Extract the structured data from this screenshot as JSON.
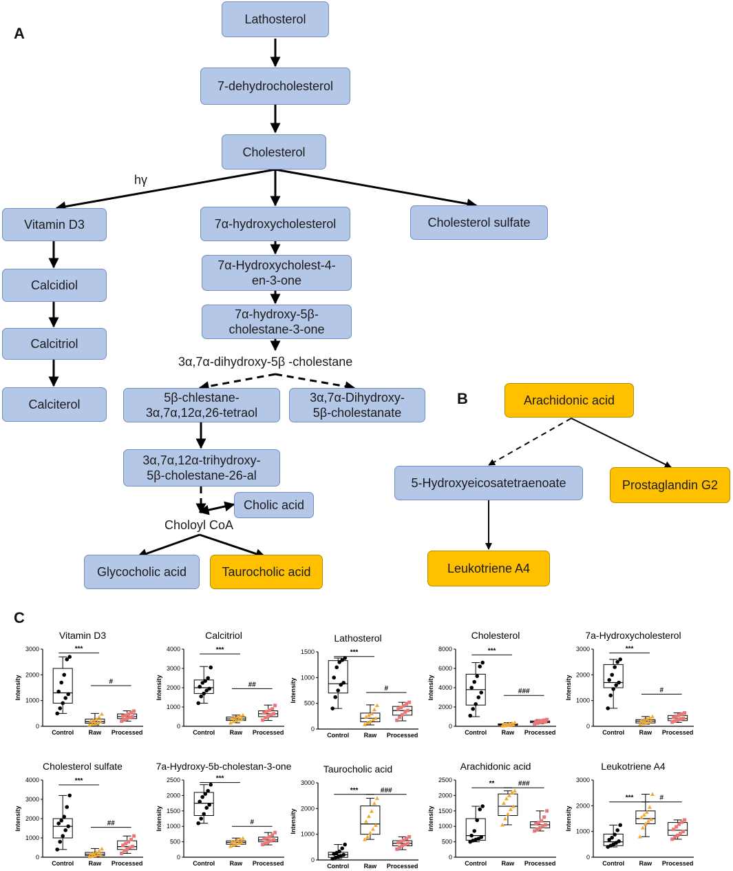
{
  "panels": {
    "a": "A",
    "b": "B",
    "c": "C"
  },
  "pathway_a": {
    "lathosterol": "Lathosterol",
    "dehydrocholesterol": "7-dehydrocholesterol",
    "cholesterol": "Cholesterol",
    "hv_label": "hγ",
    "vitamin_d3": "Vitamin D3",
    "hydroxycholesterol": "7α-hydroxycholesterol",
    "cholesterol_sulfate": "Cholesterol sulfate",
    "calcidiol": "Calcidiol",
    "hydroxycholestenone": "7α-Hydroxycholest-4-\nen-3-one",
    "calcitriol": "Calcitriol",
    "hydroxy_cholestanone": "7α-hydroxy-5β-\ncholestane-3-one",
    "dihydroxy_cholestane": "3α,7α-dihydroxy-5β -cholestane",
    "calciterol": "Calciterol",
    "tetraol": "5β-chlestane-\n3α,7α,12α,26-tetraol",
    "dihydroxy_cholestanate": "3α,7α-Dihydroxy-\n5β-cholestanate",
    "trihydroxy_al": "3α,7α,12α-trihydroxy-\n5β-cholestane-26-al",
    "cholic_acid": "Cholic acid",
    "choloyl_coa": "Choloyl CoA",
    "glycocholic_acid": "Glycocholic acid",
    "taurocholic_acid": "Taurocholic acid"
  },
  "pathway_b": {
    "arachidonic_acid": "Arachidonic acid",
    "hete": "5-Hydroxyeicosatetraenoate",
    "prostaglandin_g2": "Prostaglandin G2",
    "leukotriene_a4": "Leukotriene A4"
  },
  "colors": {
    "up_regulated": "#ffc000",
    "down_regulated": "#b4c7e7",
    "control_dots": "#000000",
    "raw_dots": "#f0a830",
    "processed_dots": "#e87878"
  },
  "chart_data": [
    {
      "type": "box",
      "title": "Vitamin D3",
      "ylabel": "Intensity",
      "categories": [
        "Control",
        "Raw",
        "Processed"
      ],
      "yticks": [
        "0",
        "1000",
        "2000",
        "3000"
      ],
      "ylim": [
        0,
        3000
      ],
      "stats": [
        {
          "min": 500,
          "q1": 900,
          "median": 1300,
          "q3": 2250,
          "max": 2700
        },
        {
          "min": 50,
          "q1": 120,
          "median": 180,
          "q3": 280,
          "max": 500
        },
        {
          "min": 200,
          "q1": 300,
          "median": 380,
          "q3": 480,
          "max": 600
        }
      ],
      "points": [
        [
          500,
          700,
          900,
          1100,
          1250,
          1350,
          1700,
          2000,
          2600,
          2700
        ],
        [
          60,
          90,
          110,
          140,
          170,
          200,
          240,
          280,
          350,
          480
        ],
        [
          200,
          260,
          300,
          340,
          370,
          400,
          430,
          470,
          530,
          590
        ]
      ],
      "brackets": [
        {
          "from": 0,
          "to": 1,
          "label": "***",
          "at": 2850
        },
        {
          "from": 1,
          "to": 2,
          "label": "#",
          "at": 1580
        }
      ]
    },
    {
      "type": "box",
      "title": "Calcitriol",
      "ylabel": "Intensity",
      "categories": [
        "Control",
        "Raw",
        "Processed"
      ],
      "yticks": [
        "0",
        "1000",
        "2000",
        "3000",
        "4000"
      ],
      "ylim": [
        0,
        4000
      ],
      "stats": [
        {
          "min": 1200,
          "q1": 1700,
          "median": 2000,
          "q3": 2400,
          "max": 3100
        },
        {
          "min": 180,
          "q1": 300,
          "median": 380,
          "q3": 480,
          "max": 580
        },
        {
          "min": 300,
          "q1": 500,
          "median": 650,
          "q3": 800,
          "max": 1100
        }
      ],
      "points": [
        [
          1200,
          1550,
          1700,
          1850,
          1950,
          2050,
          2250,
          2350,
          2500,
          3050
        ],
        [
          180,
          250,
          300,
          340,
          380,
          420,
          460,
          500,
          540,
          580
        ],
        [
          320,
          450,
          520,
          600,
          650,
          700,
          760,
          830,
          900,
          1080
        ]
      ],
      "brackets": [
        {
          "from": 0,
          "to": 1,
          "label": "***",
          "at": 3750
        },
        {
          "from": 1,
          "to": 2,
          "label": "##",
          "at": 1950
        }
      ]
    },
    {
      "type": "box",
      "title": "Lathosterol",
      "ylabel": "Intensity",
      "categories": [
        "Control",
        "Raw",
        "Processed"
      ],
      "yticks": [
        "0",
        "500",
        "1000",
        "1500"
      ],
      "ylim": [
        0,
        1500
      ],
      "stats": [
        {
          "min": 400,
          "q1": 700,
          "median": 880,
          "q3": 1330,
          "max": 1380
        },
        {
          "min": 80,
          "q1": 140,
          "median": 210,
          "q3": 310,
          "max": 470
        },
        {
          "min": 160,
          "q1": 270,
          "median": 360,
          "q3": 440,
          "max": 520
        }
      ],
      "points": [
        [
          400,
          620,
          750,
          860,
          900,
          1000,
          1200,
          1300,
          1340,
          1380
        ],
        [
          90,
          120,
          150,
          180,
          210,
          240,
          270,
          300,
          380,
          460
        ],
        [
          170,
          230,
          280,
          330,
          360,
          390,
          420,
          450,
          490,
          520
        ]
      ],
      "brackets": [
        {
          "from": 0,
          "to": 1,
          "label": "***",
          "at": 1410
        },
        {
          "from": 1,
          "to": 2,
          "label": "#",
          "at": 710
        }
      ]
    },
    {
      "type": "box",
      "title": "Cholesterol",
      "ylabel": "Intensity",
      "categories": [
        "Control",
        "Raw",
        "Processed"
      ],
      "yticks": [
        "0",
        "2000",
        "4000",
        "6000",
        "8000"
      ],
      "ylim": [
        0,
        8000
      ],
      "stats": [
        {
          "min": 1000,
          "q1": 2200,
          "median": 3800,
          "q3": 5400,
          "max": 6600
        },
        {
          "min": 60,
          "q1": 120,
          "median": 180,
          "q3": 250,
          "max": 380
        },
        {
          "min": 250,
          "q1": 380,
          "median": 460,
          "q3": 560,
          "max": 700
        }
      ],
      "points": [
        [
          1100,
          1800,
          2300,
          3000,
          3500,
          4000,
          4600,
          5200,
          6200,
          6600
        ],
        [
          60,
          90,
          120,
          150,
          180,
          210,
          240,
          280,
          330,
          380
        ],
        [
          260,
          320,
          380,
          420,
          460,
          500,
          540,
          580,
          640,
          700
        ]
      ],
      "brackets": [
        {
          "from": 0,
          "to": 1,
          "label": "***",
          "at": 7400
        },
        {
          "from": 1,
          "to": 2,
          "label": "###",
          "at": 3200
        }
      ]
    },
    {
      "type": "box",
      "title": "7a-Hydroxycholesterol",
      "ylabel": "Intensity",
      "categories": [
        "Control",
        "Raw",
        "Processed"
      ],
      "yticks": [
        "0",
        "1000",
        "2000",
        "3000"
      ],
      "ylim": [
        0,
        3000
      ],
      "stats": [
        {
          "min": 700,
          "q1": 1500,
          "median": 1700,
          "q3": 2400,
          "max": 2600
        },
        {
          "min": 80,
          "q1": 130,
          "median": 200,
          "q3": 260,
          "max": 380
        },
        {
          "min": 150,
          "q1": 220,
          "median": 300,
          "q3": 420,
          "max": 520
        }
      ],
      "points": [
        [
          700,
          1200,
          1450,
          1600,
          1700,
          1800,
          2000,
          2300,
          2500,
          2600
        ],
        [
          80,
          110,
          140,
          170,
          200,
          230,
          260,
          290,
          330,
          380
        ],
        [
          160,
          200,
          240,
          280,
          310,
          350,
          390,
          430,
          480,
          520
        ]
      ],
      "brackets": [
        {
          "from": 0,
          "to": 1,
          "label": "***",
          "at": 2850
        },
        {
          "from": 1,
          "to": 2,
          "label": "#",
          "at": 1250
        }
      ]
    },
    {
      "type": "box",
      "title": "Cholesterol sulfate",
      "ylabel": "Intensity",
      "categories": [
        "Control",
        "Raw",
        "Processed"
      ],
      "yticks": [
        "0",
        "1000",
        "2000",
        "3000",
        "4000"
      ],
      "ylim": [
        0,
        4000
      ],
      "stats": [
        {
          "min": 400,
          "q1": 1000,
          "median": 1600,
          "q3": 2000,
          "max": 3200
        },
        {
          "min": 30,
          "q1": 80,
          "median": 150,
          "q3": 250,
          "max": 450
        },
        {
          "min": 200,
          "q1": 400,
          "median": 550,
          "q3": 850,
          "max": 1100
        }
      ],
      "points": [
        [
          400,
          800,
          1100,
          1400,
          1600,
          1750,
          1900,
          2100,
          2600,
          3200
        ],
        [
          30,
          60,
          90,
          120,
          150,
          180,
          220,
          260,
          330,
          440
        ],
        [
          200,
          330,
          420,
          500,
          560,
          620,
          700,
          800,
          920,
          1100
        ]
      ],
      "brackets": [
        {
          "from": 0,
          "to": 1,
          "label": "***",
          "at": 3750
        },
        {
          "from": 1,
          "to": 2,
          "label": "##",
          "at": 1550
        }
      ]
    },
    {
      "type": "box",
      "title": "7a-Hydroxy-5b-cholestan-3-one",
      "ylabel": "Intensity",
      "categories": [
        "Control",
        "Raw",
        "Processed"
      ],
      "yticks": [
        "0",
        "500",
        "1000",
        "1500",
        "2000",
        "2500"
      ],
      "ylim": [
        0,
        2500
      ],
      "stats": [
        {
          "min": 1100,
          "q1": 1350,
          "median": 1750,
          "q3": 2100,
          "max": 2350
        },
        {
          "min": 350,
          "q1": 420,
          "median": 480,
          "q3": 530,
          "max": 620
        },
        {
          "min": 400,
          "q1": 500,
          "median": 560,
          "q3": 650,
          "max": 800
        }
      ],
      "points": [
        [
          1100,
          1250,
          1400,
          1600,
          1700,
          1800,
          1950,
          2050,
          2150,
          2350
        ],
        [
          360,
          400,
          430,
          460,
          480,
          500,
          520,
          550,
          590,
          620
        ],
        [
          410,
          460,
          500,
          530,
          560,
          590,
          620,
          660,
          720,
          800
        ]
      ],
      "brackets": [
        {
          "from": 0,
          "to": 1,
          "label": "***",
          "at": 2420
        },
        {
          "from": 1,
          "to": 2,
          "label": "#",
          "at": 1000
        }
      ]
    },
    {
      "type": "box",
      "title": "Taurocholic acid",
      "ylabel": "Intensity",
      "categories": [
        "Control",
        "Raw",
        "Processed"
      ],
      "yticks": [
        "0",
        "1000",
        "2000",
        "3000"
      ],
      "ylim": [
        0,
        3000
      ],
      "stats": [
        {
          "min": 50,
          "q1": 100,
          "median": 200,
          "q3": 300,
          "max": 600
        },
        {
          "min": 800,
          "q1": 1000,
          "median": 1400,
          "q3": 2100,
          "max": 2400
        },
        {
          "min": 400,
          "q1": 550,
          "median": 650,
          "q3": 750,
          "max": 900
        }
      ],
      "points": [
        [
          50,
          90,
          120,
          160,
          200,
          240,
          280,
          330,
          450,
          600
        ],
        [
          800,
          900,
          1050,
          1200,
          1350,
          1500,
          1700,
          1900,
          2200,
          2400
        ],
        [
          420,
          500,
          560,
          600,
          640,
          680,
          720,
          770,
          830,
          900
        ]
      ],
      "brackets": [
        {
          "from": 0,
          "to": 1,
          "label": "***",
          "at": 2550
        },
        {
          "from": 1,
          "to": 2,
          "label": "###",
          "at": 2550
        }
      ]
    },
    {
      "type": "box",
      "title": "Arachidonic acid",
      "ylabel": "Intensity",
      "categories": [
        "Control",
        "Raw",
        "Processed"
      ],
      "yticks": [
        "0",
        "500",
        "1000",
        "1500",
        "2000",
        "2500"
      ],
      "ylim": [
        0,
        2500
      ],
      "stats": [
        {
          "min": 500,
          "q1": 550,
          "median": 700,
          "q3": 1250,
          "max": 1650
        },
        {
          "min": 1050,
          "q1": 1350,
          "median": 1650,
          "q3": 2050,
          "max": 2150
        },
        {
          "min": 850,
          "q1": 950,
          "median": 1050,
          "q3": 1150,
          "max": 1500
        }
      ],
      "points": [
        [
          500,
          540,
          570,
          600,
          650,
          700,
          850,
          1200,
          1550,
          1650
        ],
        [
          1050,
          1250,
          1400,
          1550,
          1650,
          1750,
          1900,
          2000,
          2100,
          2150
        ],
        [
          850,
          900,
          950,
          1000,
          1050,
          1080,
          1120,
          1180,
          1300,
          1500
        ]
      ],
      "brackets": [
        {
          "from": 0,
          "to": 1,
          "label": "**",
          "at": 2250
        },
        {
          "from": 1,
          "to": 2,
          "label": "###",
          "at": 2250
        }
      ]
    },
    {
      "type": "box",
      "title": "Leukotriene A4",
      "ylabel": "Intensity",
      "categories": [
        "Control",
        "Raw",
        "Processed"
      ],
      "yticks": [
        "0",
        "1000",
        "2000",
        "3000"
      ],
      "ylim": [
        0,
        3000
      ],
      "stats": [
        {
          "min": 400,
          "q1": 450,
          "median": 600,
          "q3": 900,
          "max": 1250
        },
        {
          "min": 800,
          "q1": 1300,
          "median": 1500,
          "q3": 1800,
          "max": 2450
        },
        {
          "min": 700,
          "q1": 850,
          "median": 1050,
          "q3": 1350,
          "max": 1450
        }
      ],
      "points": [
        [
          400,
          450,
          500,
          560,
          620,
          680,
          760,
          880,
          1050,
          1250
        ],
        [
          800,
          1150,
          1300,
          1400,
          1480,
          1550,
          1650,
          1750,
          1950,
          2450
        ],
        [
          700,
          780,
          850,
          920,
          1000,
          1080,
          1180,
          1280,
          1360,
          1450
        ]
      ],
      "brackets": [
        {
          "from": 0,
          "to": 1,
          "label": "***",
          "at": 2150
        },
        {
          "from": 1,
          "to": 2,
          "label": "#",
          "at": 2150
        }
      ]
    }
  ]
}
